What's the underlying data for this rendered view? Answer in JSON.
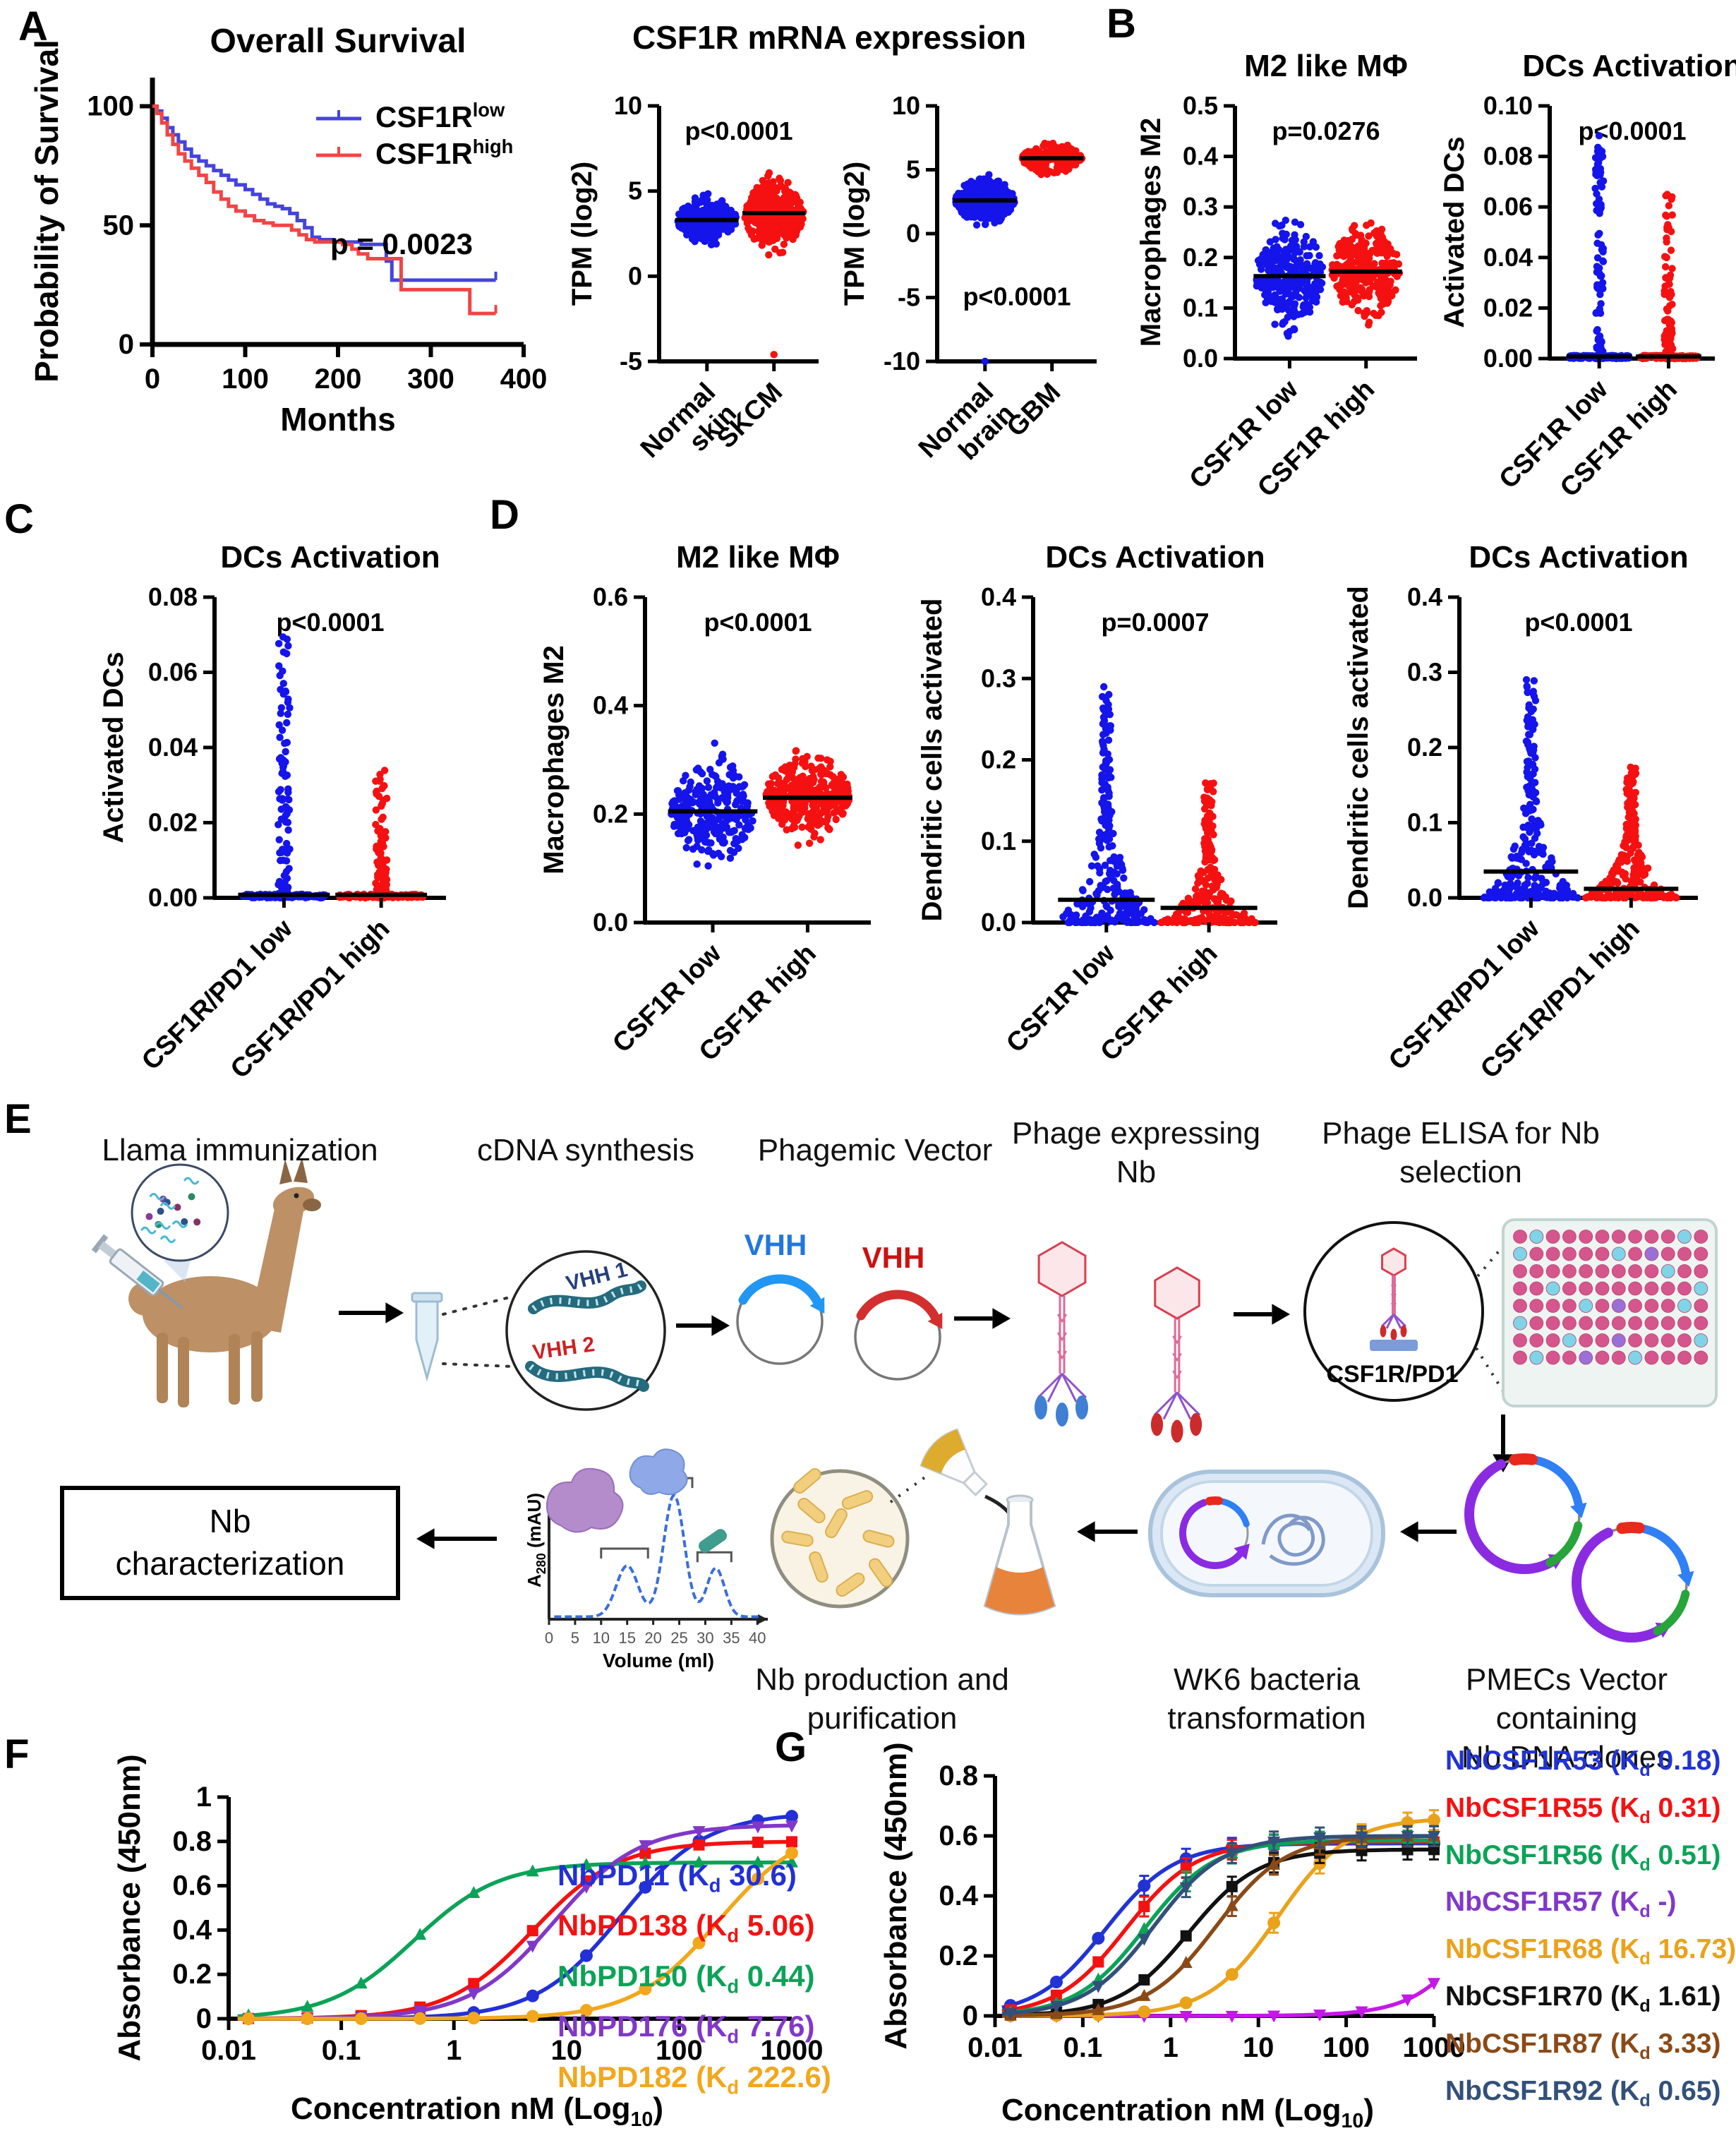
{
  "figure": {
    "panels": {
      "a": "A",
      "b": "B",
      "c": "C",
      "d": "D",
      "e": "E",
      "f": "F",
      "g": "G"
    }
  },
  "mrna_title": "CSF1R mRNA expression",
  "diagram": {
    "llama": "Llama immunization",
    "cdna": "cDNA synthesis",
    "phagemic": "Phagemic Vector",
    "phage": "Phage expressing\nNb",
    "elisa": "Phage ELISA for Nb\nselection",
    "vhh1": "VHH 1",
    "vhh2": "VHH 2",
    "vhh_blue": "VHH",
    "vhh_red": "VHH",
    "csf1r_pd1": "CSF1R/PD1",
    "nb_char": "Nb\ncharacterization",
    "nb_prod": "Nb production and\npurification",
    "wk6": "WK6 bacteria\ntransformation",
    "pmecs": "PMECs Vector containing\nNb DNA clones",
    "plate": {
      "cyan": [
        [
          0,
          1
        ],
        [
          0,
          10
        ],
        [
          1,
          0
        ],
        [
          1,
          6
        ],
        [
          2,
          9
        ],
        [
          3,
          2
        ],
        [
          3,
          11
        ],
        [
          4,
          4
        ],
        [
          4,
          10
        ],
        [
          5,
          0
        ],
        [
          6,
          3
        ],
        [
          6,
          11
        ],
        [
          7,
          1
        ],
        [
          7,
          7
        ]
      ],
      "purple": [
        [
          1,
          8
        ],
        [
          4,
          6
        ],
        [
          6,
          6
        ],
        [
          7,
          4
        ]
      ]
    }
  },
  "chart_data": [
    {
      "id": "km",
      "el": "km-chart",
      "type": "line",
      "title": "Overall Survival",
      "xlabel": "Months",
      "ylabel": "Probability of Survival",
      "xlim": [
        0,
        400
      ],
      "ylim": [
        0,
        112
      ],
      "xticks": [
        0,
        100,
        200,
        300,
        400
      ],
      "yticks": [
        0,
        50,
        100
      ],
      "p_label": "p = 0.0023",
      "legend": [
        {
          "name": "CSF1R^{low}",
          "color": "#4444dd"
        },
        {
          "name": "CSF1R^{high}",
          "color": "#f04545"
        }
      ],
      "series": [
        {
          "name": "CSF1R^{low}",
          "color": "#4444dd",
          "points": [
            [
              0,
              100
            ],
            [
              5,
              98
            ],
            [
              10,
              95
            ],
            [
              16,
              91
            ],
            [
              22,
              88
            ],
            [
              28,
              85
            ],
            [
              35,
              82
            ],
            [
              42,
              79
            ],
            [
              50,
              77
            ],
            [
              58,
              75
            ],
            [
              66,
              73
            ],
            [
              74,
              71
            ],
            [
              82,
              69
            ],
            [
              90,
              67
            ],
            [
              100,
              65
            ],
            [
              108,
              63
            ],
            [
              116,
              61
            ],
            [
              124,
              59
            ],
            [
              132,
              58
            ],
            [
              140,
              57
            ],
            [
              148,
              55
            ],
            [
              156,
              52
            ],
            [
              164,
              49
            ],
            [
              172,
              45
            ],
            [
              180,
              44
            ],
            [
              195,
              43
            ],
            [
              210,
              43
            ],
            [
              225,
              42
            ],
            [
              248,
              42
            ],
            [
              252,
              35
            ],
            [
              258,
              27
            ],
            [
              370,
              27
            ]
          ]
        },
        {
          "name": "CSF1R^{high}",
          "color": "#f04545",
          "points": [
            [
              0,
              100
            ],
            [
              5,
              97
            ],
            [
              10,
              93
            ],
            [
              16,
              88
            ],
            [
              22,
              84
            ],
            [
              28,
              80
            ],
            [
              35,
              77
            ],
            [
              42,
              74
            ],
            [
              50,
              71
            ],
            [
              58,
              68
            ],
            [
              66,
              64
            ],
            [
              74,
              61
            ],
            [
              82,
              58
            ],
            [
              90,
              56
            ],
            [
              100,
              54
            ],
            [
              110,
              52
            ],
            [
              120,
              51
            ],
            [
              130,
              50
            ],
            [
              140,
              50
            ],
            [
              150,
              48
            ],
            [
              158,
              46
            ],
            [
              166,
              44
            ],
            [
              175,
              43
            ],
            [
              190,
              43
            ],
            [
              205,
              42
            ],
            [
              215,
              40
            ],
            [
              222,
              38
            ],
            [
              232,
              36
            ],
            [
              262,
              36
            ],
            [
              268,
              23
            ],
            [
              336,
              23
            ],
            [
              342,
              13
            ],
            [
              370,
              13
            ]
          ]
        }
      ]
    },
    {
      "id": "exp_skcm",
      "el": "exp-skcm",
      "type": "beeswarm",
      "ylabel": "TPM (log2)",
      "ylim": [
        -5,
        10
      ],
      "yticks": [
        -5,
        0,
        5,
        10
      ],
      "tickfmt": 0,
      "p_label": "p<0.0001",
      "groups": [
        {
          "label": "Normal\nskin",
          "color": "#1414eb",
          "n": 300,
          "shape": "spindle",
          "center": 3.3,
          "spread": 0.95,
          "min": 0.3,
          "max": 5.7,
          "median": 3.3
        },
        {
          "label": "SKCM",
          "color": "#f51111",
          "n": 360,
          "shape": "spindle",
          "center": 3.6,
          "spread": 1.5,
          "min": -1.2,
          "max": 7.7,
          "median": 3.7
        }
      ],
      "extra_points": [
        {
          "g": 1,
          "y": -4.6
        }
      ]
    },
    {
      "id": "exp_gbm",
      "el": "exp-gbm",
      "type": "beeswarm",
      "ylabel": "TPM (log2)",
      "ylim": [
        -10,
        10
      ],
      "yticks": [
        -10,
        -5,
        0,
        5,
        10
      ],
      "tickfmt": 0,
      "p_label": "p<0.0001",
      "p_at": -5.6,
      "groups": [
        {
          "label": "Normal\nbrain",
          "color": "#1414eb",
          "n": 380,
          "shape": "spindle",
          "center": 2.6,
          "spread": 1.3,
          "min": -4.2,
          "max": 7.3,
          "median": 2.6
        },
        {
          "label": "GBM",
          "color": "#f51111",
          "n": 220,
          "shape": "spindle",
          "center": 5.9,
          "spread": 0.85,
          "min": 2.3,
          "max": 8.8,
          "median": 5.9
        }
      ],
      "extra_points": [
        {
          "g": 0,
          "y": -10
        }
      ]
    },
    {
      "id": "b_m2",
      "el": "b-m2",
      "type": "beeswarm",
      "title": "M2 like MΦ",
      "ylabel": "Macrophages M2",
      "ylim": [
        0,
        0.5
      ],
      "yticks": [
        0,
        0.1,
        0.2,
        0.3,
        0.4,
        0.5
      ],
      "tickfmt": 1,
      "p_label": "p=0.0276",
      "groups": [
        {
          "label": "CSF1R low",
          "color": "#1414eb",
          "n": 280,
          "shape": "spindle",
          "center": 0.165,
          "spread": 0.075,
          "min": 0.015,
          "max": 0.41,
          "median": 0.163
        },
        {
          "label": "CSF1R high",
          "color": "#f51111",
          "n": 280,
          "shape": "spindle",
          "center": 0.175,
          "spread": 0.07,
          "min": 0.05,
          "max": 0.46,
          "median": 0.172
        }
      ]
    },
    {
      "id": "b_dc",
      "el": "b-dc",
      "type": "beeswarm",
      "title": "DCs Activation",
      "ylabel": "Activated DCs",
      "ylim": [
        0,
        0.1
      ],
      "yticks": [
        0,
        0.02,
        0.04,
        0.06,
        0.08,
        0.1
      ],
      "tickfmt": 2,
      "p_label": "p<0.0001",
      "groups": [
        {
          "label": "CSF1R low",
          "color": "#1414eb",
          "n": 240,
          "shape": "column",
          "center": 0,
          "spread": 0,
          "min": 0,
          "max": 0.089,
          "median": 0.0008
        },
        {
          "label": "CSF1R high",
          "color": "#f51111",
          "n": 210,
          "shape": "column",
          "center": 0,
          "spread": 0,
          "min": 0,
          "max": 0.065,
          "median": 0.0008
        }
      ]
    },
    {
      "id": "c_dc",
      "el": "c-dc",
      "type": "beeswarm",
      "title": "DCs Activation",
      "ylabel": "Activated DCs",
      "ylim": [
        0,
        0.08
      ],
      "yticks": [
        0,
        0.02,
        0.04,
        0.06,
        0.08
      ],
      "tickfmt": 2,
      "p_label": "p<0.0001",
      "groups": [
        {
          "label": "CSF1R/PD1 low",
          "color": "#1414eb",
          "n": 220,
          "shape": "column",
          "center": 0,
          "spread": 0,
          "min": 0,
          "max": 0.072,
          "median": 0.0008
        },
        {
          "label": "CSF1R/PD1 high",
          "color": "#f51111",
          "n": 190,
          "shape": "column",
          "center": 0,
          "spread": 0,
          "min": 0,
          "max": 0.034,
          "median": 0.0008
        }
      ]
    },
    {
      "id": "d_m2",
      "el": "d-m2",
      "type": "beeswarm",
      "title": "M2 like MΦ",
      "ylabel": "Macrophages M2",
      "ylim": [
        0,
        0.6
      ],
      "yticks": [
        0,
        0.2,
        0.4,
        0.6
      ],
      "tickfmt": 1,
      "p_label": "p<0.0001",
      "groups": [
        {
          "label": "CSF1R low",
          "color": "#1414eb",
          "n": 300,
          "shape": "spindle",
          "center": 0.205,
          "spread": 0.068,
          "min": 0.06,
          "max": 0.49,
          "median": 0.205
        },
        {
          "label": "CSF1R high",
          "color": "#f51111",
          "n": 300,
          "shape": "spindle",
          "center": 0.235,
          "spread": 0.055,
          "min": 0.1,
          "max": 0.46,
          "median": 0.23
        }
      ]
    },
    {
      "id": "d_dc1",
      "el": "d-dc1",
      "type": "beeswarm",
      "title": "DCs Activation",
      "ylabel": "Dendritic cells activated",
      "ylim": [
        0,
        0.4
      ],
      "yticks": [
        0,
        0.1,
        0.2,
        0.3,
        0.4
      ],
      "tickfmt": 1,
      "p_label": "p=0.0007",
      "groups": [
        {
          "label": "CSF1R low",
          "color": "#1414eb",
          "n": 280,
          "shape": "lowcluster",
          "center": 0,
          "spread": 0,
          "min": 0,
          "max": 0.293,
          "median": 0.028
        },
        {
          "label": "CSF1R high",
          "color": "#f51111",
          "n": 250,
          "shape": "lowcluster",
          "center": 0,
          "spread": 0,
          "min": 0,
          "max": 0.175,
          "median": 0.018
        }
      ]
    },
    {
      "id": "d_dc2",
      "el": "d-dc2",
      "type": "beeswarm",
      "title": "DCs Activation",
      "ylabel": "Dendritic cells activated",
      "ylim": [
        0,
        0.4
      ],
      "yticks": [
        0,
        0.1,
        0.2,
        0.3,
        0.4
      ],
      "tickfmt": 1,
      "p_label": "p<0.0001",
      "groups": [
        {
          "label": "CSF1R/PD1 low",
          "color": "#1414eb",
          "n": 280,
          "shape": "lowcluster",
          "center": 0,
          "spread": 0,
          "min": 0,
          "max": 0.293,
          "median": 0.035
        },
        {
          "label": "CSF1R/PD1 high",
          "color": "#f51111",
          "n": 250,
          "shape": "lowcluster",
          "center": 0,
          "spread": 0,
          "min": 0,
          "max": 0.175,
          "median": 0.012
        }
      ]
    },
    {
      "id": "f_elisa",
      "el": "f-chart",
      "legend_el": "f-legend",
      "type": "sigmoid",
      "ylabel": "Absorbance (450nm)",
      "xlabel": "Concentration nM (Log_{10})",
      "xticks": [
        0.01,
        0.1,
        1,
        10,
        100,
        1000
      ],
      "ylim": [
        0,
        1
      ],
      "yticks": [
        0,
        0.2,
        0.4,
        0.6,
        0.8,
        1
      ],
      "hill": 1.15,
      "x_points": [
        0.015,
        0.05,
        0.15,
        0.5,
        1.5,
        5,
        15,
        50,
        150,
        500,
        1000
      ],
      "series": [
        {
          "name": "NbPD11",
          "legend": "NbPD11 (K_{d} 30.6)",
          "color": "#2230d6",
          "kd": 30.6,
          "top": 0.93,
          "marker": "circle"
        },
        {
          "name": "NbPD138",
          "legend": "NbPD138 (K_{d} 5.06)",
          "color": "#f51111",
          "kd": 5.06,
          "top": 0.8,
          "marker": "square"
        },
        {
          "name": "NbPD150",
          "legend": "NbPD150 (K_{d} 0.44)",
          "color": "#0ba357",
          "kd": 0.44,
          "top": 0.705,
          "marker": "tri"
        },
        {
          "name": "NbPD176",
          "legend": "NbPD176 (K_{d} 7.76)",
          "color": "#8138c9",
          "kd": 7.76,
          "top": 0.875,
          "marker": "tridown"
        },
        {
          "name": "NbPD182",
          "legend": "NbPD182 (K_{d} 222.6)",
          "color": "#f2a71c",
          "kd": 222.6,
          "top": 0.88,
          "marker": "circle"
        }
      ]
    },
    {
      "id": "g_elisa",
      "el": "g-chart",
      "legend_el": "g-legend",
      "type": "sigmoid",
      "ylabel": "Absorbance (450nm)",
      "xlabel": "Concentration nM (Log_{10})",
      "xticks": [
        0.01,
        0.1,
        1,
        10,
        100,
        1000
      ],
      "ylim": [
        0,
        0.8
      ],
      "yticks": [
        0,
        0.2,
        0.4,
        0.6,
        0.8
      ],
      "hill": 1.1,
      "errors": true,
      "x_points": [
        0.015,
        0.05,
        0.15,
        0.5,
        1.5,
        5,
        15,
        50,
        150,
        500,
        1000
      ],
      "series": [
        {
          "name": "NbCSF1R53",
          "legend": "NbCSF1R53 (K_{d} 0.18)",
          "color": "#2133d4",
          "kd": 0.18,
          "top": 0.575,
          "marker": "circle"
        },
        {
          "name": "NbCSF1R55",
          "legend": "NbCSF1R55 (K_{d} 0.31)",
          "color": "#f51111",
          "kd": 0.31,
          "top": 0.58,
          "marker": "square"
        },
        {
          "name": "NbCSF1R56",
          "legend": "NbCSF1R56 (K_{d} 0.51)",
          "color": "#0ba357",
          "kd": 0.51,
          "top": 0.585,
          "marker": "tri"
        },
        {
          "name": "NbCSF1R57",
          "legend": "NbCSF1R57 (K_{d} -)",
          "color": "#c517e8",
          "tcolor": "#8138c9",
          "kd": null,
          "kd_model": 6000,
          "top": 0.9,
          "marker": "tridown"
        },
        {
          "name": "NbCSF1R68",
          "legend": "NbCSF1R68 (K_{d} 16.73)",
          "color": "#eaa21b",
          "kd": 16.73,
          "top": 0.66,
          "marker": "circle"
        },
        {
          "name": "NbCSF1R70",
          "legend": "NbCSF1R70 (K_{d} 1.61)",
          "color": "#111111",
          "kd": 1.61,
          "top": 0.555,
          "marker": "square"
        },
        {
          "name": "NbCSF1R87",
          "legend": "NbCSF1R87 (K_{d} 3.33)",
          "color": "#8a4a17",
          "kd": 3.33,
          "top": 0.6,
          "marker": "tri"
        },
        {
          "name": "NbCSF1R92",
          "legend": "NbCSF1R92 (K_{d} 0.65)",
          "color": "#33507a",
          "kd": 0.65,
          "top": 0.6,
          "marker": "tridown"
        }
      ]
    },
    {
      "id": "chrom",
      "el": "chrom-chart",
      "type": "line",
      "ylabel": "A_{280} (mAU)",
      "xlabel": "Volume (ml)",
      "xlim": [
        0,
        42
      ],
      "ylim": [
        0,
        1.3
      ],
      "xticks": [
        0,
        5,
        10,
        15,
        20,
        25,
        30,
        35,
        40
      ],
      "color": "#3a6fd8",
      "peaks": [
        {
          "c": 15,
          "h": 0.42,
          "w": 2.1
        },
        {
          "c": 24,
          "h": 1.0,
          "w": 2.0
        },
        {
          "c": 32,
          "h": 0.4,
          "w": 1.7
        }
      ],
      "brackets": [
        {
          "from": 10,
          "to": 19,
          "y": 0.58
        },
        {
          "from": 21,
          "to": 27.5,
          "y": 1.16
        },
        {
          "from": 28.5,
          "to": 35,
          "y": 0.55
        }
      ]
    }
  ]
}
